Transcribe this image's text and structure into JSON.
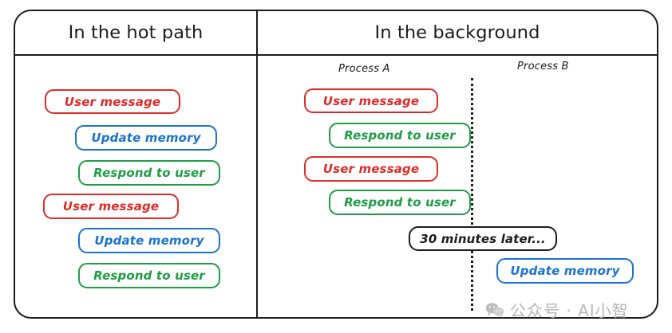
{
  "diagram": {
    "title_left": "In the hot path",
    "title_right": "In the background",
    "colors": {
      "red": "#e02b28",
      "blue": "#1a73d0",
      "green": "#1f9e45",
      "black": "#1c1c1c",
      "watermark": "#b6b6b6"
    }
  },
  "left_panel": {
    "title": "In the hot path",
    "steps": [
      {
        "label": "User message",
        "color": "red"
      },
      {
        "label": "Update memory",
        "color": "blue"
      },
      {
        "label": "Respond to user",
        "color": "green"
      },
      {
        "label": "User message",
        "color": "red"
      },
      {
        "label": "Update memory",
        "color": "blue"
      },
      {
        "label": "Respond to user",
        "color": "green"
      }
    ]
  },
  "right_panel": {
    "title": "In the background",
    "process_a_label": "Process A",
    "process_b_label": "Process B",
    "process_a_steps": [
      {
        "label": "User message",
        "color": "red"
      },
      {
        "label": "Respond to user",
        "color": "green"
      },
      {
        "label": "User message",
        "color": "red"
      },
      {
        "label": "Respond to user",
        "color": "green"
      }
    ],
    "timer_note": "30 minutes later...",
    "process_b_steps": [
      {
        "label": "Update memory",
        "color": "blue"
      }
    ]
  },
  "watermark": {
    "text": "公众号 · AI小智",
    "icon": "wechat-icon"
  }
}
